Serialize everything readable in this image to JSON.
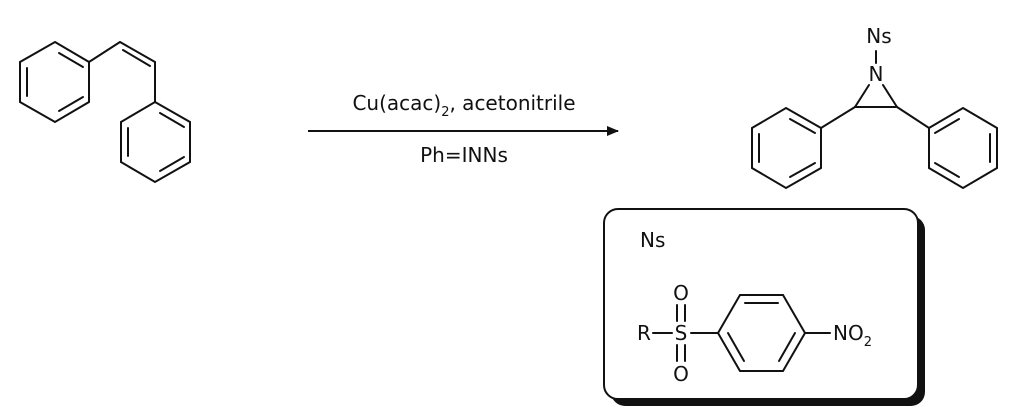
{
  "reaction": {
    "reagent_line_1_base": "Cu(acac)",
    "reagent_line_1_sub": "2",
    "reagent_line_1_tail": ", acetonitrile",
    "reagent_line_2": "Ph=INNs"
  },
  "product": {
    "substituent_label": "Ns",
    "nitrogen_label": "N"
  },
  "legend": {
    "title": "Ns",
    "r_label": "R",
    "s_label": "S",
    "o_top_label": "O",
    "o_bottom_label": "O",
    "nitro_base": "NO",
    "nitro_sub": "2"
  }
}
